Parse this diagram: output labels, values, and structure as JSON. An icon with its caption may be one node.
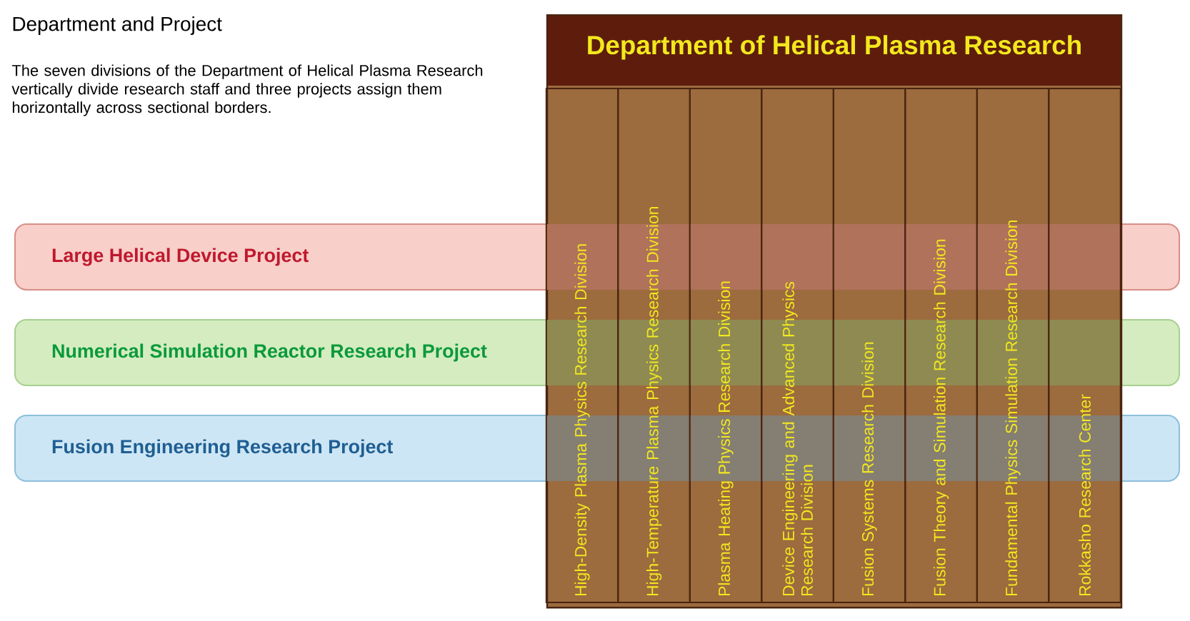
{
  "diagram": {
    "title": "Department and Project",
    "nodes": [
      {
        "text": [
          "Department of Helical Plasma Research"
        ]
      },
      {
        "text": [
          "High-Density Plasma Physics Research Division"
        ],
        "in": 0
      },
      {
        "text": [
          "High-Temperature Plasma Physics Research Division"
        ],
        "in": 0
      },
      {
        "text": [
          "Plasma Heating Physics Research Division"
        ],
        "in": 0
      },
      {
        "text": [
          "Device Engineering and Advanced Physics Research Division"
        ],
        "in": 0
      },
      {
        "text": [
          "Fusion Systems  Research Division"
        ],
        "in": 0
      },
      {
        "text": [
          "Fusion Theory and Simulation Research Division"
        ],
        "in": 0
      },
      {
        "text": [
          "Fundamental Physics Simulation Research Division"
        ],
        "in": 0
      },
      {
        "text": [
          "Rokkasho Research Center"
        ],
        "in": 0
      },
      {
        "text": [
          "Large Helical Device Project"
        ]
      },
      {
        "text": [
          "Numerical Simulation Reactor Research Project"
        ]
      },
      {
        "text": [
          "Fusion Engineering Research Project"
        ]
      }
    ],
    "labels": [
      "The seven divisions of the Department of Helical Plasma Research vertically divide research staff and three projects assign them horizontally across sectional borders."
    ]
  }
}
